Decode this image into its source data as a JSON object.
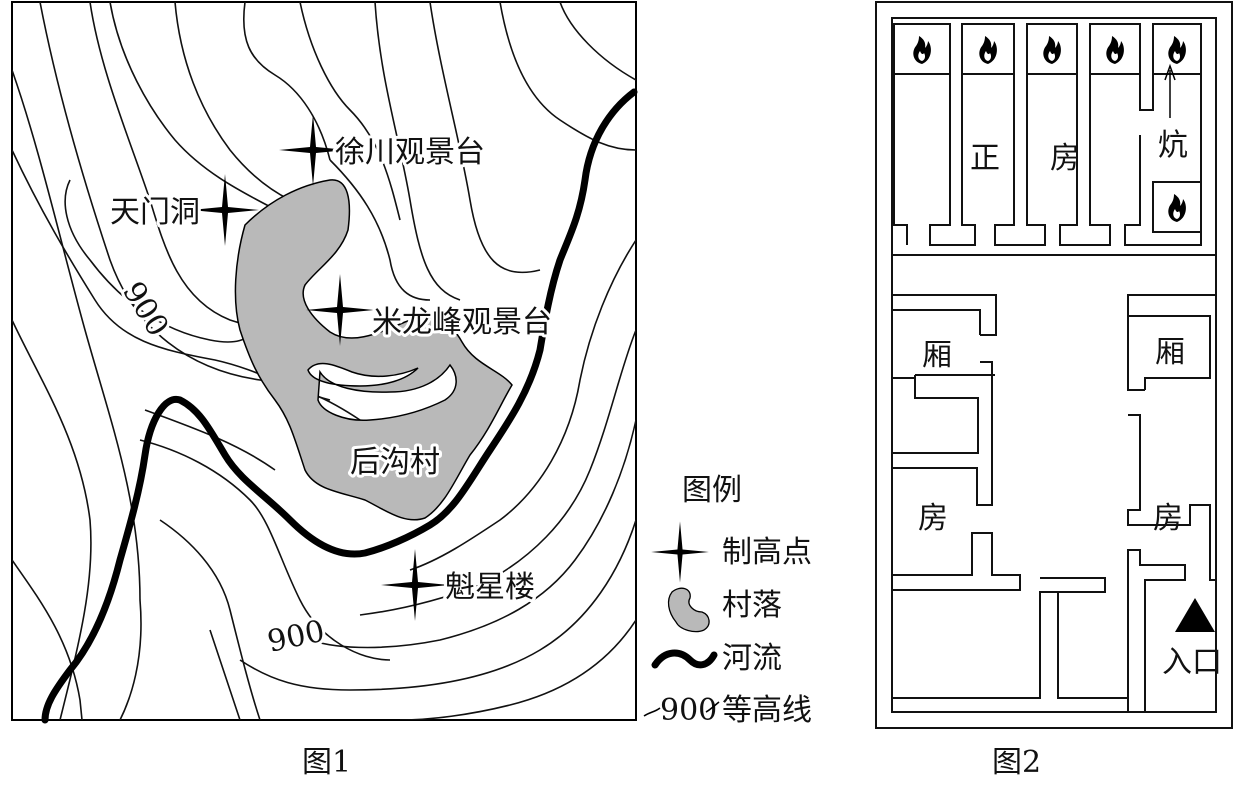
{
  "figure1": {
    "caption": "图1",
    "labels": {
      "xuchuan": "徐川观景台",
      "tianmendong": "天门洞",
      "milongfeng": "米龙峰观景台",
      "hougoucun": "后沟村",
      "kuixinglou": "魁星楼",
      "contour_upper": "900",
      "contour_lower": "900"
    },
    "legend": {
      "title": "图例",
      "items": [
        {
          "symbol": "star-cross-icon",
          "label": "制高点"
        },
        {
          "symbol": "village-icon",
          "label": "村落"
        },
        {
          "symbol": "river-icon",
          "label": "河流"
        },
        {
          "symbol": "contour-icon",
          "label": "等高线",
          "value": "900"
        }
      ]
    },
    "colors": {
      "village_fill": "#b9b9b9",
      "river": "#000000"
    }
  },
  "figure2": {
    "caption": "图2",
    "labels": {
      "zheng": "正",
      "fang_top": "房",
      "kang": "炕",
      "xiang_left": "厢",
      "xiang_right": "厢",
      "fang_left": "房",
      "fang_right": "房",
      "entrance": "入口"
    },
    "icons": [
      "fire-icon",
      "fire-icon",
      "fire-icon",
      "fire-icon",
      "fire-icon",
      "fire-icon"
    ]
  }
}
